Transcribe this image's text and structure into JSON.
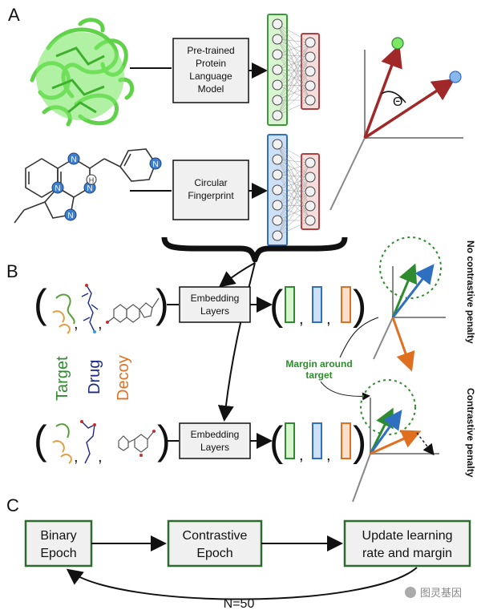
{
  "panels": {
    "a": "A",
    "b": "B",
    "c": "C"
  },
  "panel_a": {
    "plm_box": [
      "Pre-trained",
      "Protein",
      "Language",
      "Model"
    ],
    "fp_box": [
      "Circular",
      "Fingerprint"
    ],
    "angle_symbol": "Θ",
    "mol_atoms": {
      "n1": "N",
      "n2": "N",
      "n3": "N",
      "n4": "N",
      "n5": "N",
      "h": "H"
    }
  },
  "panel_b": {
    "embed_box": [
      "Embedding",
      "Layers"
    ],
    "legend": {
      "target": "Target",
      "drug": "Drug",
      "decoy": "Decoy"
    },
    "margin_label": [
      "Margin around",
      "target"
    ],
    "side_label_top": "No contrastive penalty",
    "side_label_bottom": "Contrastive penalty"
  },
  "panel_c": {
    "binary_box": [
      "Binary",
      "Epoch"
    ],
    "contrastive_box": [
      "Contrastive",
      "Epoch"
    ],
    "update_box": [
      "Update learning",
      "rate and margin"
    ],
    "loop_label": "N=50"
  },
  "watermark": "图灵基因",
  "colors": {
    "target": "#2e8b2e",
    "drug": "#1e2a8c",
    "decoy": "#e07020",
    "protein_green": "#6fdc5a",
    "net_green_fill": "#d8f5d0",
    "net_green_stroke": "#3a9a3a",
    "net_blue_fill": "#cde0f7",
    "net_blue_stroke": "#2f6fc0",
    "net_red_fill": "#f7dcdc",
    "net_red_stroke": "#b04040",
    "vector_red": "#a02828",
    "box_fill": "#f0f0f0",
    "c_box_stroke": "#2e6b2e"
  }
}
